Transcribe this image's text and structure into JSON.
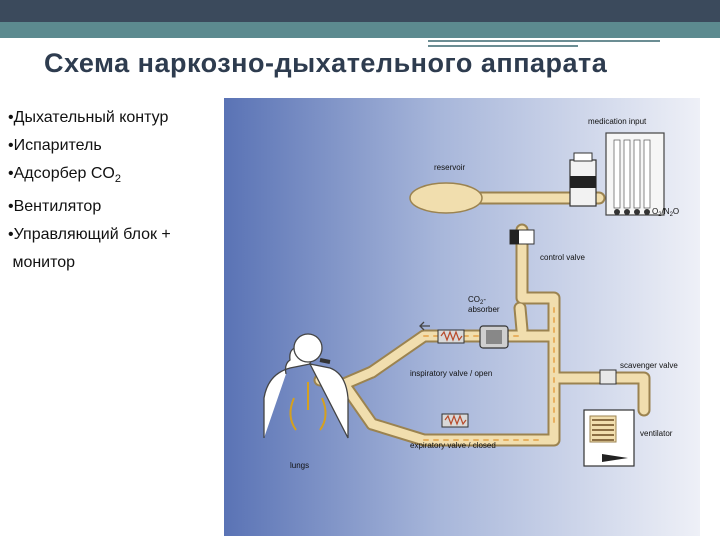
{
  "title": "Схема наркозно-дыхательного аппарата",
  "bullets": [
    "•Дыхательный контур",
    "•Испаритель",
    "•Адсорбер CO",
    "•Вентилятор",
    "•Управляющий блок +",
    " монитор"
  ],
  "co2_subscript": "2",
  "diagram_labels": {
    "medication_input": "medication input",
    "reservoir": "reservoir",
    "o2n2o_main": "O",
    "o2n2o_sub1": "2",
    "o2n2o_mid": "/N",
    "o2n2o_sub2": "2",
    "o2n2o_end": "O",
    "control_valve": "control valve",
    "co2_absorber_line1": "CO",
    "co2_absorber_sub": "2",
    "co2_absorber_dash": "-",
    "co2_absorber_line2": "absorber",
    "inspiratory_valve": "inspiratory valve / open",
    "scavenger_valve": "scavenger valve",
    "ventilator": "ventilator",
    "expiratory_valve": "expiratory valve / closed",
    "lungs": "lungs"
  }
}
